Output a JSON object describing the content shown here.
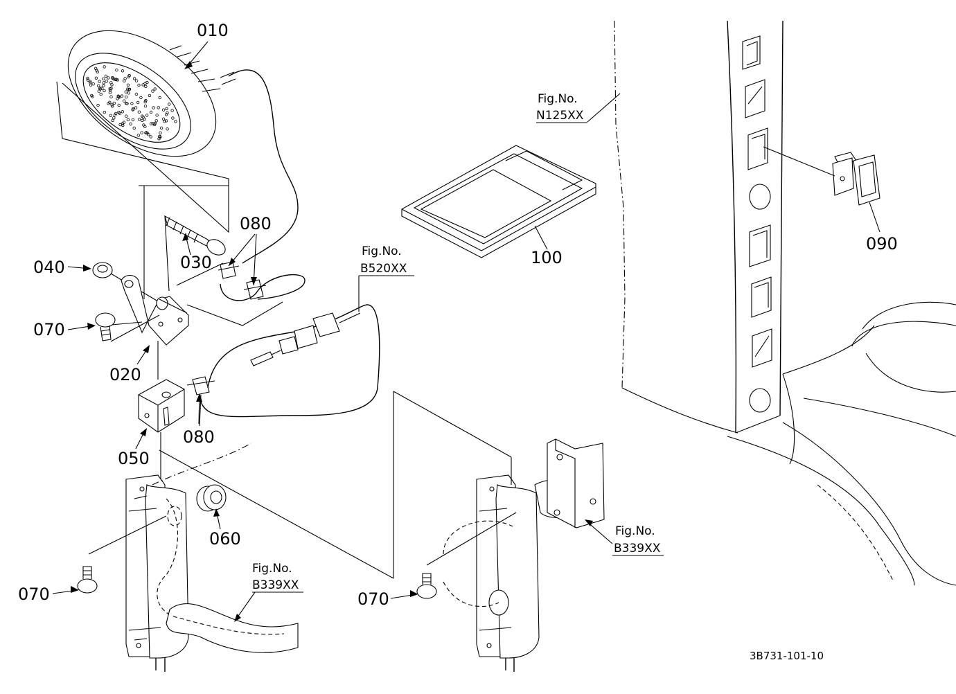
{
  "parts": {
    "p010": "010",
    "p020": "020",
    "p030": "030",
    "p040": "040",
    "p050": "050",
    "p060": "060",
    "p070a": "070",
    "p070b": "070",
    "p070c": "070",
    "p080a": "080",
    "p080b": "080",
    "p090": "090",
    "p100": "100"
  },
  "figrefs": {
    "n125": {
      "label": "Fig.No.",
      "code": "N125XX"
    },
    "b520": {
      "label": "Fig.No.",
      "code": "B520XX"
    },
    "b339a": {
      "label": "Fig.No.",
      "code": "B339XX"
    },
    "b339b": {
      "label": "Fig.No.",
      "code": "B339XX"
    }
  },
  "drawing_code": "3B731-101-10"
}
